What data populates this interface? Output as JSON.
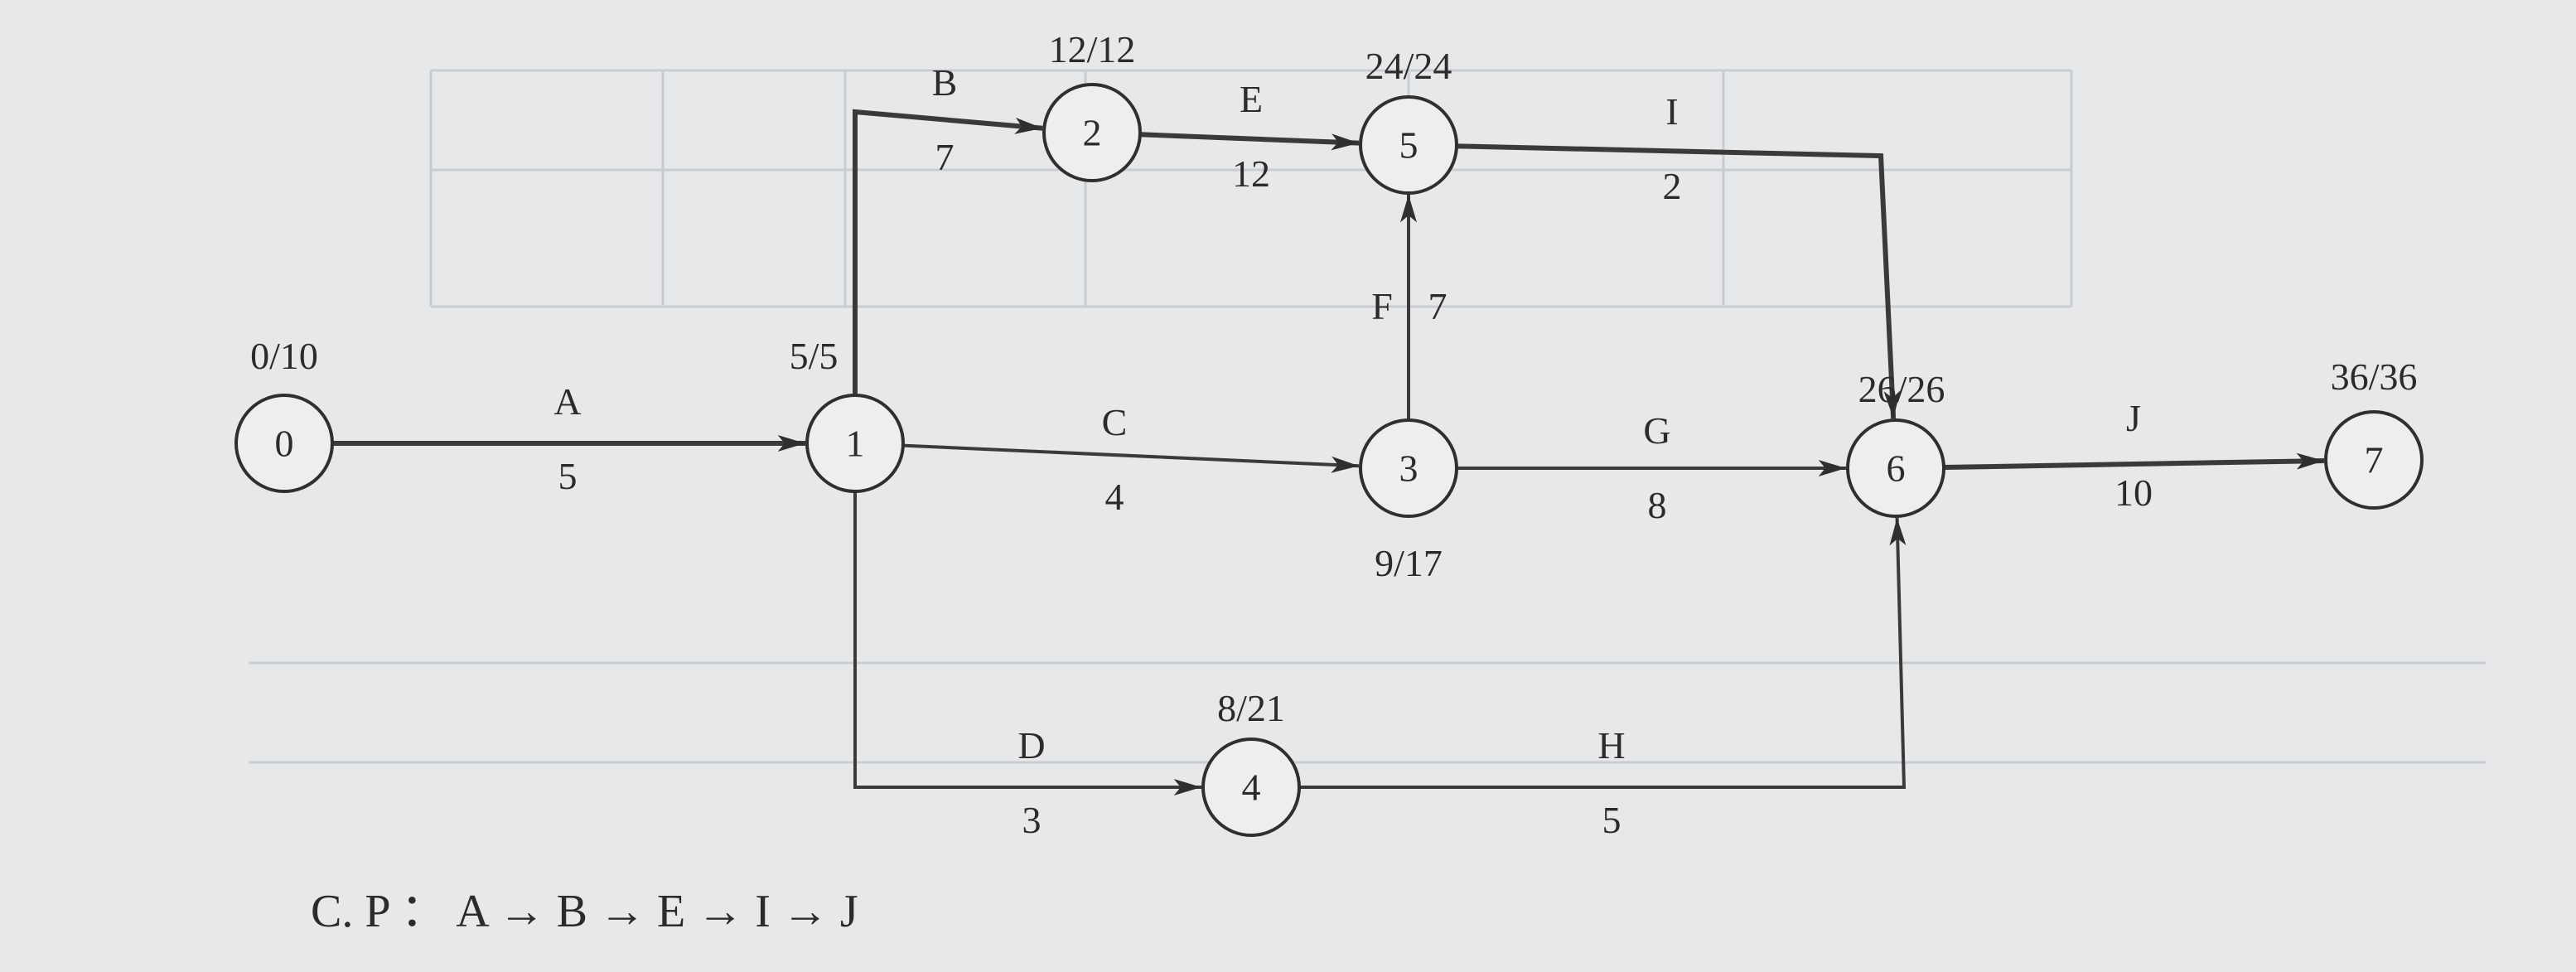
{
  "diagram": {
    "nodes": [
      {
        "id": "0",
        "label": "0",
        "times": "0/10"
      },
      {
        "id": "1",
        "label": "1",
        "times": "5/5"
      },
      {
        "id": "2",
        "label": "2",
        "times": "12/12"
      },
      {
        "id": "3",
        "label": "3",
        "times": "9/17"
      },
      {
        "id": "4",
        "label": "4",
        "times": "8/21"
      },
      {
        "id": "5",
        "label": "5",
        "times": "24/24"
      },
      {
        "id": "6",
        "label": "6",
        "times": "26/26"
      },
      {
        "id": "7",
        "label": "7",
        "times": "36/36"
      }
    ],
    "activities": [
      {
        "id": "A",
        "name": "A",
        "duration": "5",
        "from": "0",
        "to": "1",
        "critical": true
      },
      {
        "id": "B",
        "name": "B",
        "duration": "7",
        "from": "1",
        "to": "2",
        "critical": true
      },
      {
        "id": "C",
        "name": "C",
        "duration": "4",
        "from": "1",
        "to": "3",
        "critical": false
      },
      {
        "id": "D",
        "name": "D",
        "duration": "3",
        "from": "1",
        "to": "4",
        "critical": false
      },
      {
        "id": "E",
        "name": "E",
        "duration": "12",
        "from": "2",
        "to": "5",
        "critical": true
      },
      {
        "id": "F",
        "name": "F",
        "duration": "7",
        "from": "3",
        "to": "5",
        "critical": false
      },
      {
        "id": "G",
        "name": "G",
        "duration": "8",
        "from": "3",
        "to": "6",
        "critical": false
      },
      {
        "id": "H",
        "name": "H",
        "duration": "5",
        "from": "4",
        "to": "6",
        "critical": false
      },
      {
        "id": "I",
        "name": "I",
        "duration": "2",
        "from": "5",
        "to": "6",
        "critical": true
      },
      {
        "id": "J",
        "name": "J",
        "duration": "10",
        "from": "6",
        "to": "7",
        "critical": true
      }
    ],
    "critical_path_text": "C. P ： A → B → E → I → J"
  }
}
